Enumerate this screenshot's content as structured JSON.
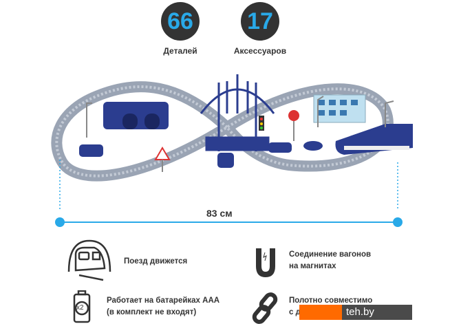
{
  "stats": [
    {
      "value": "66",
      "label": "Деталей"
    },
    {
      "value": "17",
      "label": "Аксессуаров"
    }
  ],
  "dimension": {
    "label": "83 см"
  },
  "features": [
    {
      "icon": "train-icon",
      "lines": [
        "Поезд движется"
      ]
    },
    {
      "icon": "magnet-icon",
      "lines": [
        "Соединение вагонов",
        "на магнитах"
      ]
    },
    {
      "icon": "battery-icon",
      "lines": [
        "Работает на батарейках AAA",
        "(в комплект не входят)"
      ],
      "icon_text": "x2"
    },
    {
      "icon": "chain-link-icon",
      "lines": [
        "Полотно совместимо",
        "с д"
      ]
    }
  ],
  "watermark": {
    "text": "teh.by"
  },
  "colors": {
    "accent": "#29a9e8",
    "dark": "#333333",
    "track": "#9aa4b4",
    "toy_blue": "#2b3d8f",
    "watermark_orange": "#ff6a00",
    "watermark_gray": "#4a4a4a"
  }
}
